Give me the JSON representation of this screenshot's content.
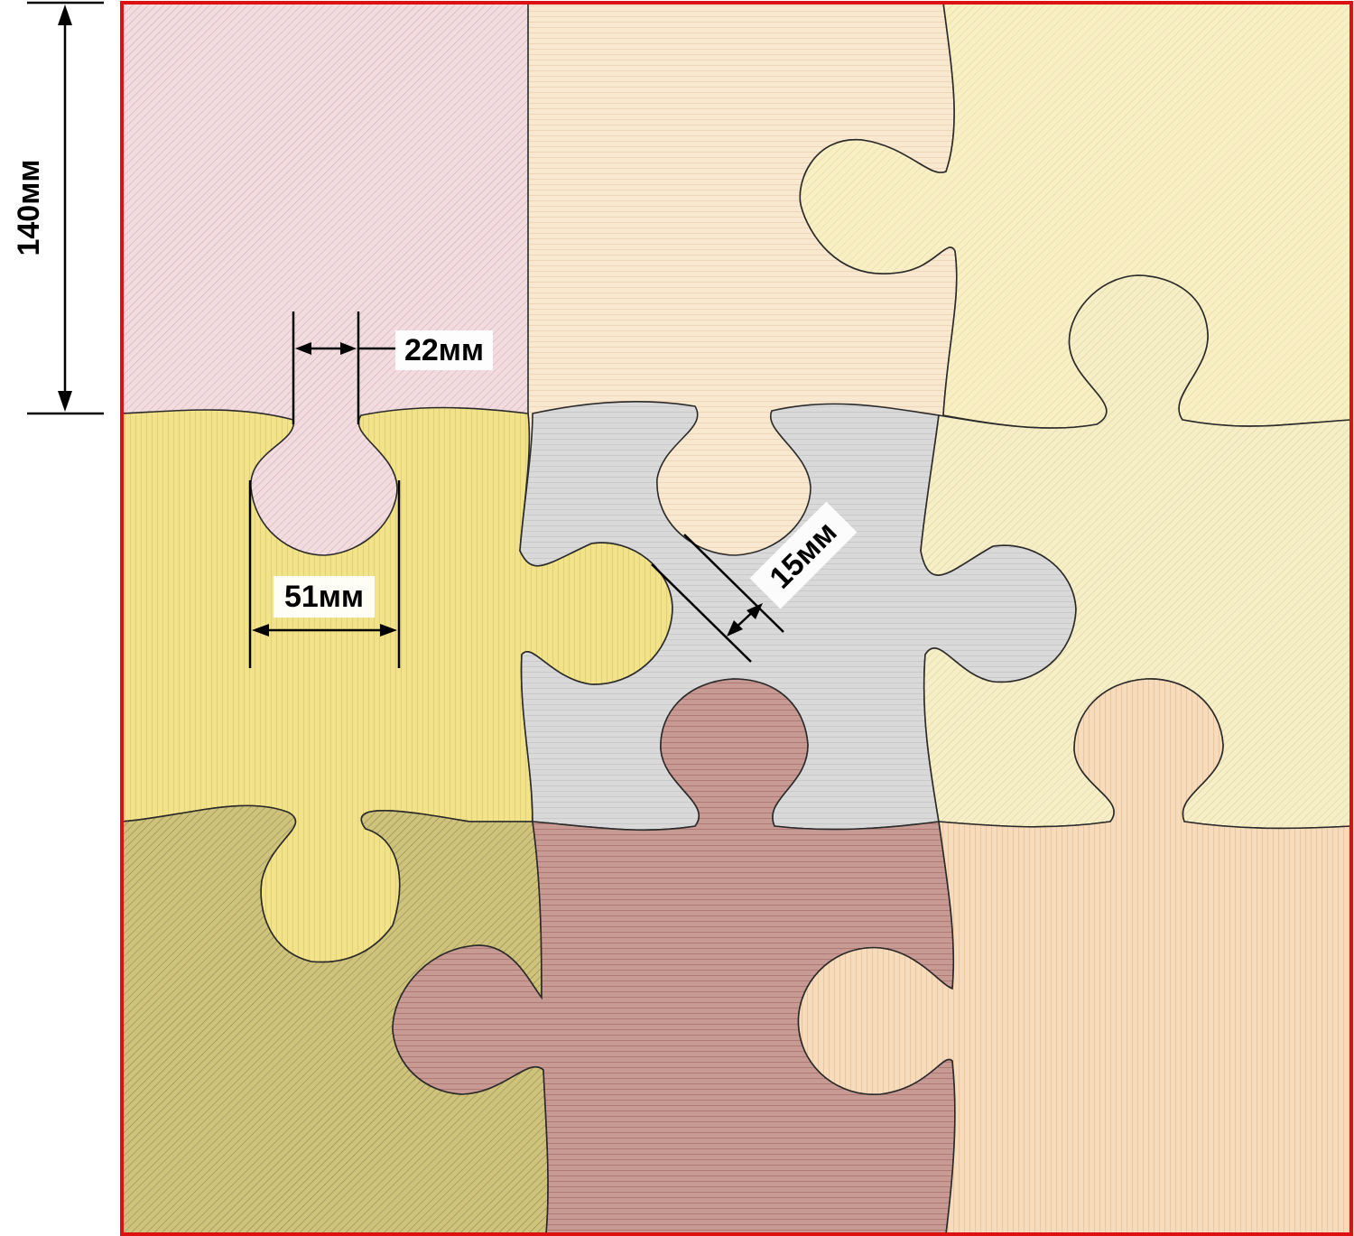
{
  "diagram": {
    "frame_color": "#dd1111",
    "pieces": [
      {
        "id": "p1",
        "color": "#f2dcdf",
        "hatch": "#b07a82"
      },
      {
        "id": "p2",
        "color": "#f8e8d0",
        "hatch": "#d8a27a"
      },
      {
        "id": "p3",
        "color": "#f8efc4",
        "hatch": "#cdbb78"
      },
      {
        "id": "p4",
        "color": "#f2e28a",
        "hatch": "#b5a040"
      },
      {
        "id": "p5",
        "color": "#d9d9d9",
        "hatch": "#9e9e9e"
      },
      {
        "id": "p6",
        "color": "#f6eec6",
        "hatch": "#c2b27c"
      },
      {
        "id": "p7",
        "color": "#cfc27a",
        "hatch": "#4a4a30"
      },
      {
        "id": "p8",
        "color": "#c89a94",
        "hatch": "#7a2020"
      },
      {
        "id": "p9",
        "color": "#f6dcbc",
        "hatch": "#d88c4c"
      }
    ],
    "dimensions": {
      "height": {
        "label": "140мм"
      },
      "neck": {
        "label": "22мм"
      },
      "knob": {
        "label": "51мм"
      },
      "gap": {
        "label": "15мм"
      }
    }
  }
}
